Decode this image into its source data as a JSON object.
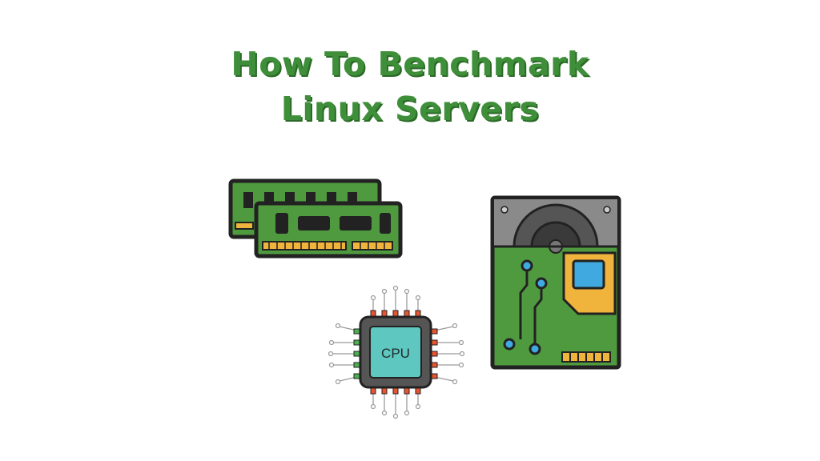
{
  "title": {
    "line1": "How To Benchmark",
    "line2": "Linux Servers"
  },
  "illustrations": {
    "ram_icon": "ram-modules-icon",
    "cpu_icon": "cpu-chip-icon",
    "cpu_label": "CPU",
    "hdd_icon": "hard-drive-icon"
  },
  "colors": {
    "title_green": "#3f8f3a",
    "pcb_green": "#4f9a3f",
    "gold": "#f0b43c",
    "outline": "#222222",
    "cpu_teal": "#5ec7c0",
    "chip_blue": "#3fa9e0",
    "hdd_gray": "#8a8a8a"
  }
}
